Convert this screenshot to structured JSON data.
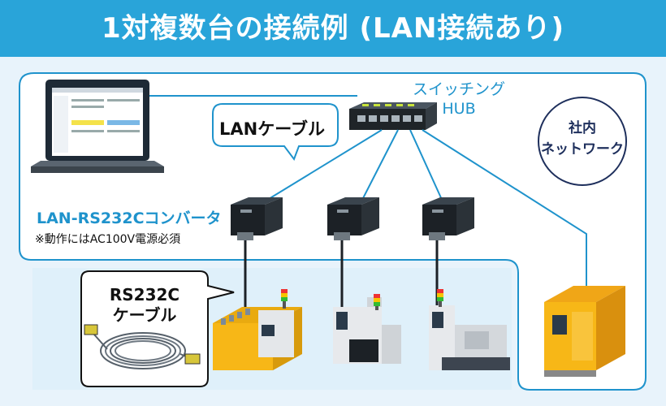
{
  "title": "1対複数台の接続例 (LAN接続あり)",
  "hub": {
    "line1": "スイッチング",
    "line2": "HUB"
  },
  "network": {
    "line1": "社内",
    "line2": "ネットワーク"
  },
  "lan_cable": "LANケーブル",
  "converter": {
    "label": "LAN-RS232Cコンバータ",
    "note": "※動作にはAC100V電源必須"
  },
  "rs232c_cable": {
    "line1": "RS232C",
    "line2": "ケーブル"
  },
  "colors": {
    "banner": "#29a4d9",
    "accent": "#1f93cc",
    "line": "#1f93cc",
    "machine_yellow": "#f7b717"
  }
}
